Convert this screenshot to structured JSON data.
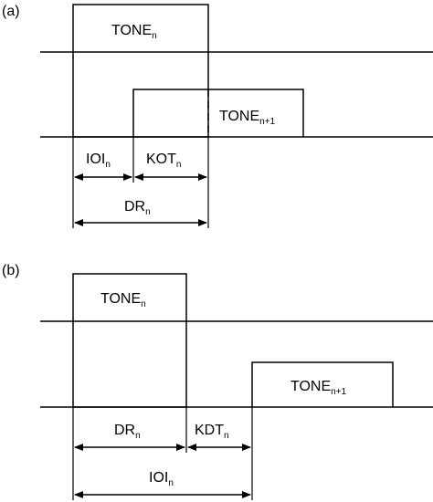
{
  "panel_a": {
    "label": "(a)",
    "tone_n": {
      "base": "TONE",
      "sub": "n"
    },
    "tone_n1": {
      "base": "TONE",
      "sub": "n+1"
    },
    "ioi": {
      "base": "IOI",
      "sub": "n"
    },
    "kot": {
      "base": "KOT",
      "sub": "n"
    },
    "dr": {
      "base": "DR",
      "sub": "n"
    }
  },
  "panel_b": {
    "label": "(b)",
    "tone_n": {
      "base": "TONE",
      "sub": "n"
    },
    "tone_n1": {
      "base": "TONE",
      "sub": "n+1"
    },
    "dr": {
      "base": "DR",
      "sub": "n"
    },
    "kdt": {
      "base": "KDT",
      "sub": "n"
    },
    "ioi": {
      "base": "IOI",
      "sub": "n"
    }
  }
}
